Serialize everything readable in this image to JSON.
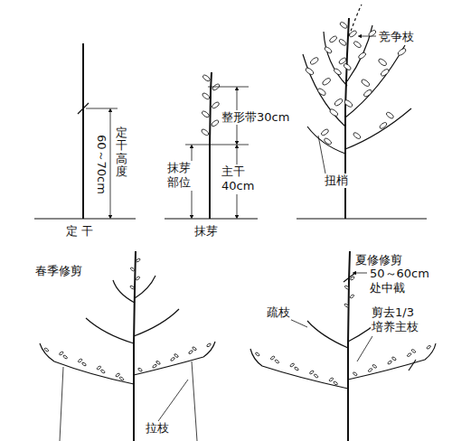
{
  "diagram": {
    "labels": [
      "60～70cm",
      "定干高度",
      "定 干",
      "整形带30cm",
      "抹芽部位",
      "主干40cm",
      "抹芽",
      "竞争枝",
      "扭梢",
      "春季修剪",
      "拉枝",
      "夏修修剪",
      "50～60cm处中截",
      "疏枝",
      "剪去1/3培养主枝"
    ]
  }
}
